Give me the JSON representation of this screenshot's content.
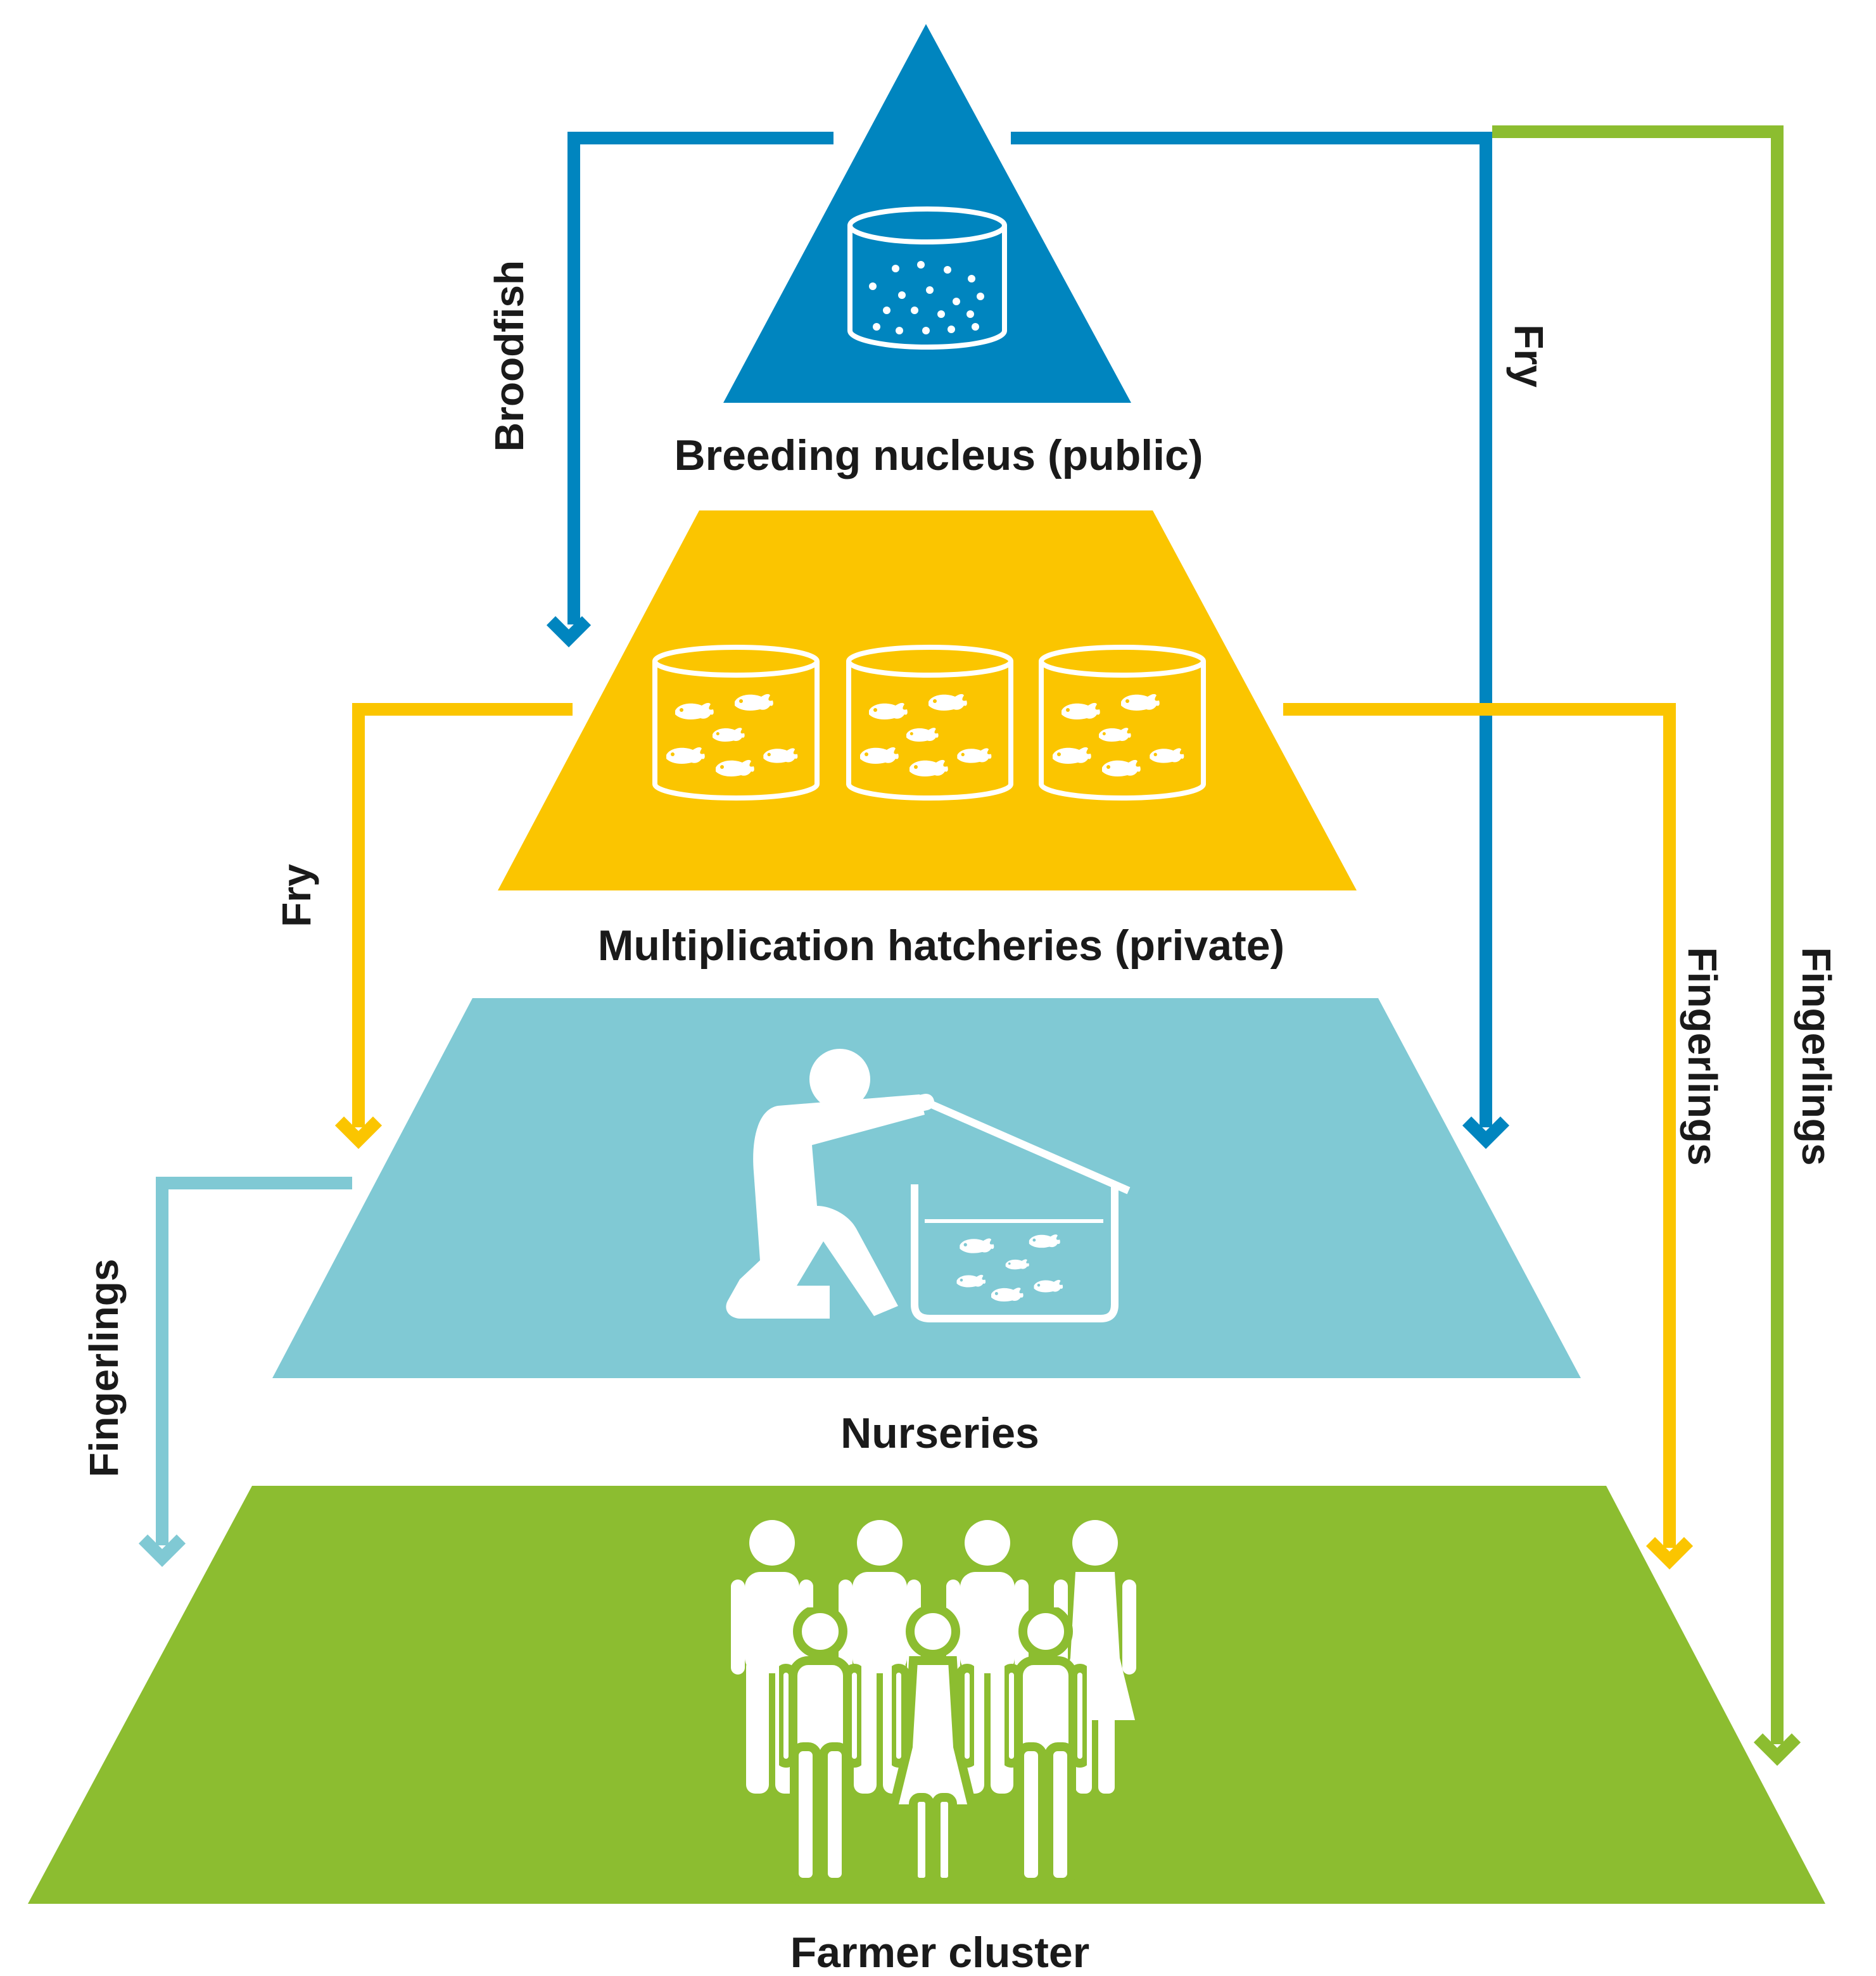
{
  "tiers": {
    "breeding": {
      "label": "Breeding nucleus (public)",
      "color": "#0085BF",
      "icon": "tank-with-eggs-icon"
    },
    "hatcheries": {
      "label": "Multiplication hatcheries (private)",
      "color": "#FBC500",
      "icon": "tanks-with-fish-icon"
    },
    "nurseries": {
      "label": "Nurseries",
      "color": "#80C9D4",
      "icon": "person-tending-tank-icon"
    },
    "farmers": {
      "label": "Farmer cluster",
      "color": "#8CBD30",
      "icon": "group-of-people-icon"
    }
  },
  "flows": {
    "broodfish": {
      "label": "Broodfish",
      "color": "#0085BF"
    },
    "fry_blue": {
      "label": "Fry",
      "color": "#0085BF"
    },
    "fry_yellow": {
      "label": "Fry",
      "color": "#FBC500"
    },
    "fingerlings_yellow": {
      "label": "Fingerlings",
      "color": "#FBC500"
    },
    "fingerlings_green": {
      "label": "Fingerlings",
      "color": "#8CBD30"
    },
    "fingerlings_lightblue": {
      "label": "Fingerlings",
      "color": "#80C9D4"
    }
  }
}
